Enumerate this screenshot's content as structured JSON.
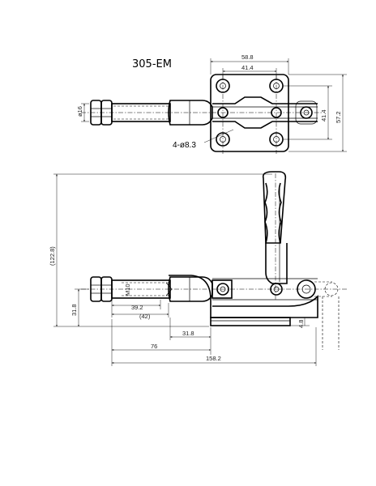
{
  "title": "305-EM",
  "hole_callout": "4-ø8.3",
  "dims": {
    "base_width": "58.8",
    "hole_spacing_x": "41.4",
    "hole_spacing_y": "41.4",
    "base_height": "57.2",
    "plunger_dia": "ø16",
    "overall_height": "(122.8)",
    "thread": "M10",
    "stroke": "39.2",
    "stroke_max": "(42)",
    "plunger_height": "31.8",
    "base_offset": "31.8",
    "plunger_to_base": "76",
    "overall_length": "158.2",
    "base_thickness": "4.8"
  }
}
